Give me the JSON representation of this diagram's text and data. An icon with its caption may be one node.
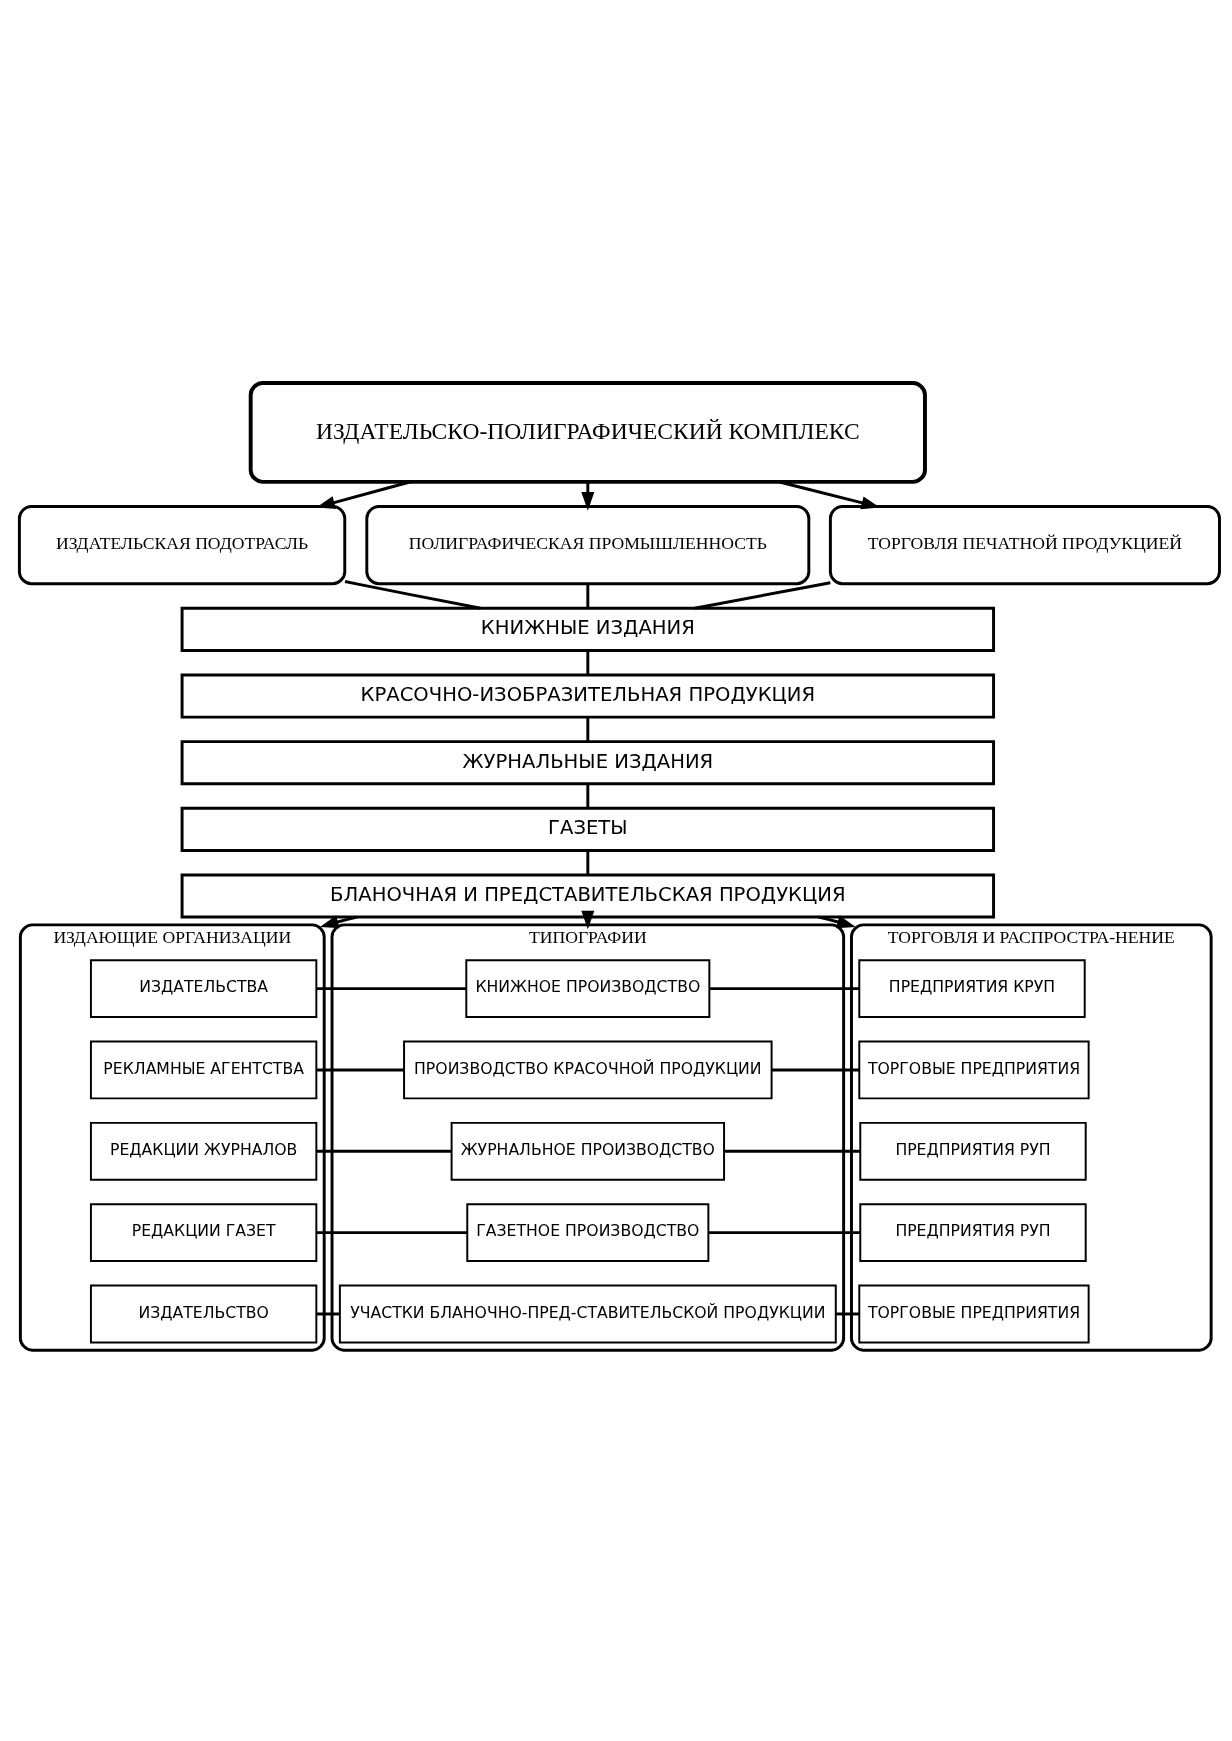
{
  "diagram": {
    "nodes": [
      {
        "text": [
          "ИЗДАТЕЛЬСКО-ПОЛИГРАФИЧЕСКИЙ КОМПЛЕКС"
        ]
      },
      {
        "text": [
          "ИЗДАТЕЛЬСКАЯ ПОДОТРАСЛЬ"
        ]
      },
      {
        "text": [
          "ПОЛИГРАФИЧЕСКАЯ ПРОМЫШЛЕННОСТЬ"
        ]
      },
      {
        "text": [
          "ТОРГОВЛЯ ПЕЧАТНОЙ ПРОДУКЦИЕЙ"
        ]
      },
      {
        "text": [
          "КНИЖНЫЕ ИЗДАНИЯ"
        ]
      },
      {
        "text": [
          "КРАСОЧНО-ИЗОБРАЗИТЕЛЬНАЯ ПРОДУКЦИЯ"
        ]
      },
      {
        "text": [
          "ЖУРНАЛЬНЫЕ ИЗДАНИЯ"
        ]
      },
      {
        "text": [
          "ГАЗЕТЫ"
        ]
      },
      {
        "text": [
          "БЛАНОЧНАЯ И ПРЕДСТАВИТЕЛЬСКАЯ ПРОДУКЦИЯ"
        ]
      },
      {
        "text": [
          "ИЗДАЮЩИЕ ОРГАНИЗАЦИИ"
        ]
      },
      {
        "text": [
          "ИЗДАТЕЛЬСТВА"
        ],
        "in": 9
      },
      {
        "text": [
          "РЕКЛАМНЫЕ АГЕНТСТВА"
        ],
        "in": 9
      },
      {
        "text": [
          "РЕДАКЦИИ ЖУРНАЛОВ"
        ],
        "in": 9
      },
      {
        "text": [
          "РЕДАКЦИИ ГАЗЕТ"
        ],
        "in": 9
      },
      {
        "text": [
          "ИЗДАТЕЛЬСТВО"
        ],
        "in": 9
      },
      {
        "text": [
          "ТИПОГРАФИИ"
        ]
      },
      {
        "text": [
          "КНИЖНОЕ ПРОИЗВОДСТВО"
        ],
        "in": 15
      },
      {
        "text": [
          "ПРОИЗВОДСТВО КРАСОЧНОЙ ПРОДУКЦИИ"
        ],
        "in": 15
      },
      {
        "text": [
          "ЖУРНАЛЬНОЕ ПРОИЗВОДСТВО"
        ],
        "in": 15
      },
      {
        "text": [
          "ГАЗЕТНОЕ ПРОИЗВОДСТВО"
        ],
        "in": 15
      },
      {
        "text": [
          "УЧАСТКИ БЛАНОЧНО-ПРЕД-СТАВИТЕЛЬСКОЙ ПРОДУКЦИИ"
        ],
        "in": 15
      },
      {
        "text": [
          "ТОРГОВЛЯ И РАСПРОСТРА-НЕНИЕ"
        ]
      },
      {
        "text": [
          "ПРЕДПРИЯТИЯ КРУП"
        ],
        "in": 21
      },
      {
        "text": [
          "ТОРГОВЫЕ ПРЕДПРИЯТИЯ"
        ],
        "in": 21
      },
      {
        "text": [
          "ПРЕДПРИЯТИЯ РУП"
        ],
        "in": 21
      },
      {
        "text": [
          "ПРЕДПРИЯТИЯ РУП"
        ],
        "in": 21
      },
      {
        "text": [
          "ТОРГОВЫЕ ПРЕДПРИЯТИЯ"
        ],
        "in": 21
      }
    ],
    "edges": [
      {
        "from": 0,
        "to": 1,
        "arrow": "to"
      },
      {
        "from": 0,
        "to": 2,
        "arrow": "to"
      },
      {
        "from": 0,
        "to": 3,
        "arrow": "to"
      },
      {
        "from": 1,
        "to": 4,
        "arrow": "none"
      },
      {
        "from": 2,
        "to": 4,
        "arrow": "none"
      },
      {
        "from": 3,
        "to": 4,
        "arrow": "none"
      },
      {
        "from": 4,
        "to": 5,
        "arrow": "none"
      },
      {
        "from": 5,
        "to": 6,
        "arrow": "none"
      },
      {
        "from": 6,
        "to": 7,
        "arrow": "none"
      },
      {
        "from": 7,
        "to": 8,
        "arrow": "none"
      },
      {
        "from": 8,
        "to": 9,
        "arrow": "to"
      },
      {
        "from": 8,
        "to": 15,
        "arrow": "to"
      },
      {
        "from": 8,
        "to": 21,
        "arrow": "to"
      },
      {
        "from": 10,
        "to": 16,
        "arrow": "none"
      },
      {
        "from": 16,
        "to": 22,
        "arrow": "none"
      },
      {
        "from": 11,
        "to": 17,
        "arrow": "none"
      },
      {
        "from": 17,
        "to": 23,
        "arrow": "none"
      },
      {
        "from": 12,
        "to": 18,
        "arrow": "none"
      },
      {
        "from": 18,
        "to": 24,
        "arrow": "none"
      },
      {
        "from": 13,
        "to": 19,
        "arrow": "none"
      },
      {
        "from": 19,
        "to": 25,
        "arrow": "none"
      },
      {
        "from": 14,
        "to": 20,
        "arrow": "none"
      },
      {
        "from": 20,
        "to": 26,
        "arrow": "none"
      }
    ]
  }
}
